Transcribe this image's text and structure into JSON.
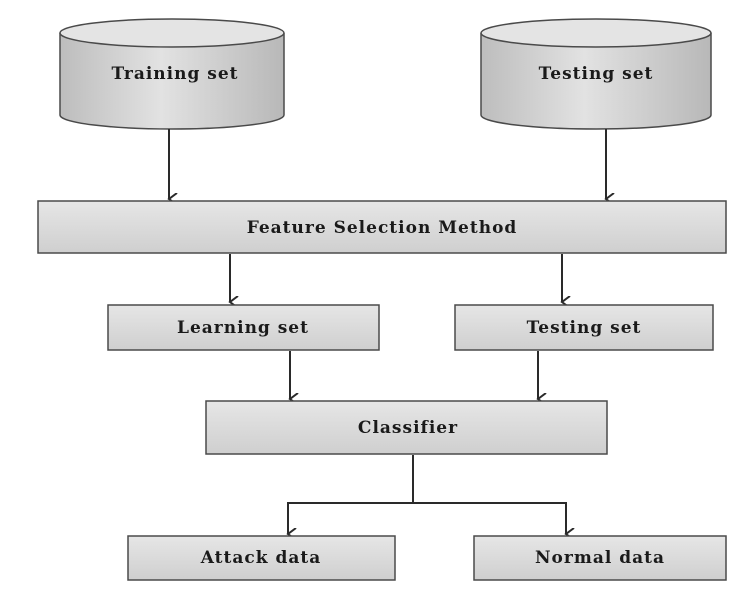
{
  "diagram": {
    "nodes": {
      "training_set": "Training set",
      "testing_set_db": "Testing set",
      "feature_selection": "Feature Selection Method",
      "learning_set": "Learning set",
      "testing_set": "Testing set",
      "classifier": "Classifier",
      "attack_data": "Attack data",
      "normal_data": "Normal data"
    },
    "fill_colors": {
      "cylinder": "#cfcfcf",
      "box": "#dcdcdc"
    }
  }
}
